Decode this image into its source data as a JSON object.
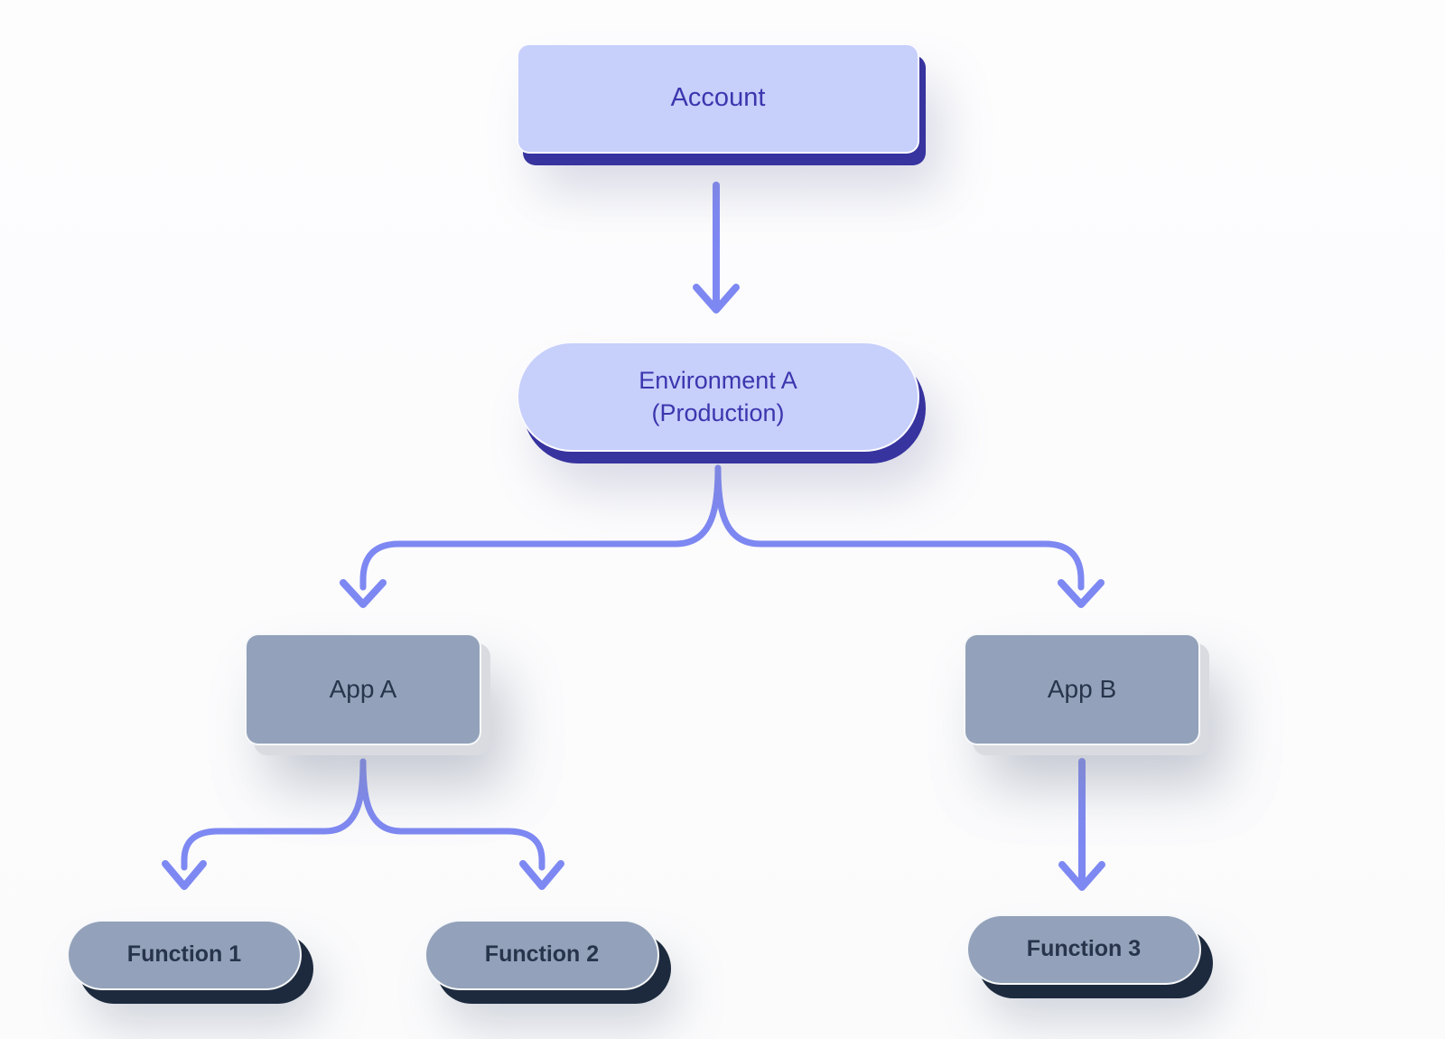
{
  "diagram": {
    "palette": {
      "background": "#fdfdfe",
      "connector": "#7e88f2",
      "purple_fill": "#c7cffb",
      "purple_shadow": "#37339f",
      "purple_text": "#3c36ae",
      "gray_fill": "#93a2ba",
      "gray_text": "#28344b",
      "app_shadow": "#dadbe0",
      "navy_shadow": "#1d2a3e"
    },
    "nodes": {
      "account": {
        "label": "Account"
      },
      "environment_a": {
        "label_line1": "Environment A",
        "label_line2": "(Production)"
      },
      "app_a": {
        "label": "App A"
      },
      "app_b": {
        "label": "App B"
      },
      "function_1": {
        "label": "Function 1"
      },
      "function_2": {
        "label": "Function 2"
      },
      "function_3": {
        "label": "Function 3"
      }
    },
    "edges": [
      {
        "from": "Account",
        "to": "Environment A (Production)"
      },
      {
        "from": "Environment A (Production)",
        "to": "App A"
      },
      {
        "from": "Environment A (Production)",
        "to": "App B"
      },
      {
        "from": "App A",
        "to": "Function 1"
      },
      {
        "from": "App A",
        "to": "Function 2"
      },
      {
        "from": "App B",
        "to": "Function 3"
      }
    ]
  }
}
